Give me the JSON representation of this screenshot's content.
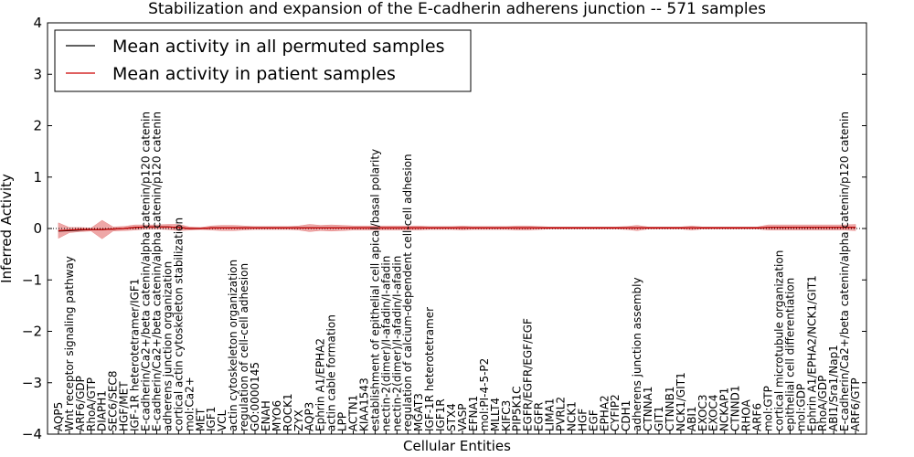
{
  "chart_data": {
    "type": "line",
    "title": "Stabilization and expansion of the E-cadherin adherens junction -- 571 samples",
    "xlabel": "Cellular Entities",
    "ylabel": "Inferred Activity",
    "ylim": [
      -4,
      4
    ],
    "yticks": [
      "−4",
      "−3",
      "−2",
      "−1",
      "0",
      "1",
      "2",
      "3",
      "4"
    ],
    "grid": false,
    "legend_position": "top-left",
    "categories": [
      "AQP5",
      "Wnt receptor signaling pathway",
      "ARF6/GDP",
      "RhoA/GTP",
      "DIAPH1",
      "SEC6/SEC8",
      "HGF/MET",
      "IGF-1R heterotetramer/IGF1",
      "E-cadherin/Ca2+/beta catenin/alpha catenin/p120 catenin",
      "E-cadherin/Ca2+/beta catenin/alpha catenin/p120 catenin",
      "adherens junction organization",
      "cortical actin cytoskeleton stabilization",
      "mol:Ca2+",
      "MET",
      "IGF1",
      "VCL",
      "actin cytoskeleton organization",
      "regulation of cell-cell adhesion",
      "GO:0000145",
      "ENAH",
      "MYO6",
      "ROCK1",
      "ZYX",
      "AQP3",
      "Ephrin A1/EPHA2",
      "actin cable formation",
      "LPP",
      "ACTN1",
      "KIAA1543",
      "establishment of epithelial cell apical/basal polarity",
      "nectin-2(dimer)/I-afadin/I-afadin",
      "nectin-2(dimer)/I-afadin/I-afadin",
      "regulation of calcium-dependent cell-cell adhesion",
      "MGAT3",
      "IGF-1R heterotetramer",
      "IGF1R",
      "STX4",
      "VASP",
      "EFNA1",
      "mol:PI-4-5-P2",
      "MLLT4",
      "KIFC3",
      "PIP5K1C",
      "EGFR/EGFR/EGF/EGF",
      "EGFR",
      "LIMA1",
      "PVRL2",
      "NCK1",
      "HGF",
      "EGF",
      "EPHA2",
      "CYFIP2",
      "CDH1",
      "adherens junction assembly",
      "CTNNA1",
      "GIT1",
      "CTNNB1",
      "NCK1/GIT1",
      "ABI1",
      "EXOC3",
      "EXOC4",
      "NCKAP1",
      "CTNND1",
      "RHOA",
      "ARF6",
      "mol:GTP",
      "cortical microtubule organization",
      "epithelial cell differentiation",
      "mol:GDP",
      "Ephrin A1/EPHA2/NCK1/GIT1",
      "RhoA/GDP",
      "ABI1/Sra1/Nap1",
      "E-cadherin/Ca2+/beta catenin/alpha catenin/p120 catenin",
      "ARF6/GTP"
    ],
    "series": [
      {
        "name": "Mean activity in all permuted samples",
        "color": "#000000",
        "values": [
          -0.05,
          -0.04,
          -0.03,
          -0.02,
          -0.02,
          -0.01,
          0.0,
          0.02,
          0.03,
          0.03,
          0.03,
          0.02,
          0.0,
          0.0,
          0.01,
          0.01,
          0.01,
          0.01,
          0.01,
          0.01,
          0.01,
          0.01,
          0.01,
          0.01,
          0.01,
          0.01,
          0.01,
          0.01,
          0.01,
          0.01,
          0.01,
          0.01,
          0.01,
          0.01,
          0.01,
          0.01,
          0.01,
          0.01,
          0.01,
          0.01,
          0.01,
          0.01,
          0.01,
          0.01,
          0.01,
          0.01,
          0.01,
          0.01,
          0.01,
          0.01,
          0.01,
          0.01,
          0.01,
          0.01,
          0.01,
          0.01,
          0.01,
          0.01,
          0.01,
          0.01,
          0.01,
          0.01,
          0.01,
          0.01,
          0.01,
          0.02,
          0.02,
          0.02,
          0.02,
          0.02,
          0.02,
          0.02,
          0.02,
          0.02
        ]
      },
      {
        "name": "Mean activity in patient samples",
        "color": "#cc0000",
        "values": [
          -0.04,
          -0.03,
          -0.02,
          -0.02,
          -0.02,
          -0.01,
          0.0,
          0.02,
          0.03,
          0.03,
          0.03,
          0.02,
          0.0,
          0.0,
          0.01,
          0.01,
          0.01,
          0.01,
          0.01,
          0.01,
          0.01,
          0.01,
          0.01,
          0.01,
          0.01,
          0.01,
          0.01,
          0.01,
          0.01,
          0.01,
          0.01,
          0.01,
          0.01,
          0.01,
          0.01,
          0.01,
          0.01,
          0.01,
          0.01,
          0.01,
          0.01,
          0.01,
          0.01,
          0.01,
          0.01,
          0.01,
          0.01,
          0.01,
          0.01,
          0.01,
          0.01,
          0.01,
          0.01,
          0.01,
          0.01,
          0.01,
          0.01,
          0.01,
          0.01,
          0.01,
          0.01,
          0.01,
          0.01,
          0.01,
          0.01,
          0.02,
          0.02,
          0.02,
          0.02,
          0.02,
          0.02,
          0.02,
          0.02,
          0.02
        ],
        "band_halfwidth": [
          0.15,
          0.05,
          0.04,
          0.03,
          0.18,
          0.04,
          0.04,
          0.05,
          0.04,
          0.04,
          0.05,
          0.06,
          0.03,
          0.02,
          0.04,
          0.05,
          0.05,
          0.04,
          0.03,
          0.03,
          0.03,
          0.03,
          0.04,
          0.07,
          0.05,
          0.06,
          0.05,
          0.04,
          0.04,
          0.04,
          0.04,
          0.04,
          0.04,
          0.04,
          0.03,
          0.03,
          0.03,
          0.04,
          0.03,
          0.03,
          0.03,
          0.03,
          0.04,
          0.04,
          0.03,
          0.02,
          0.02,
          0.02,
          0.02,
          0.02,
          0.02,
          0.02,
          0.03,
          0.05,
          0.02,
          0.02,
          0.02,
          0.02,
          0.04,
          0.02,
          0.02,
          0.02,
          0.02,
          0.02,
          0.02,
          0.05,
          0.05,
          0.05,
          0.05,
          0.05,
          0.05,
          0.05,
          0.05,
          0.06
        ],
        "band_color": "#e88a8a"
      }
    ]
  }
}
